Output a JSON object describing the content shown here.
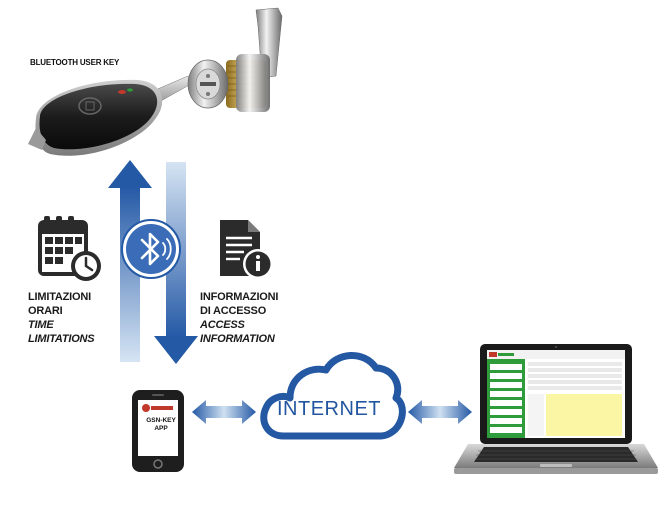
{
  "labels": {
    "bluetooth_user_key": "BLUETOOTH USER KEY",
    "time": {
      "italian_line1": "LIMITAZIONI",
      "italian_line2": "ORARI",
      "english_line1": "TIME",
      "english_line2": "LIMITATIONS"
    },
    "access": {
      "italian_line1": "INFORMAZIONI",
      "italian_line2": "DI ACCESSO",
      "english_line1": "ACCESS",
      "english_line2": "INFORMATION"
    },
    "internet": "INTERNET",
    "phone_app_line1": "GSN-KEY",
    "phone_app_line2": "APP"
  },
  "colors": {
    "arrow_blue": "#2459a6",
    "arrow_light": "#cfe0f1",
    "cloud_blue": "#2458a3",
    "icon_dark": "#2b2b2b",
    "screen_green": "#2e9c3a",
    "screen_yellow": "#fbf6a4"
  },
  "icons": [
    "bluetooth-icon",
    "calendar-clock-icon",
    "document-info-icon",
    "cloud-icon",
    "smartphone-icon",
    "laptop-icon"
  ]
}
